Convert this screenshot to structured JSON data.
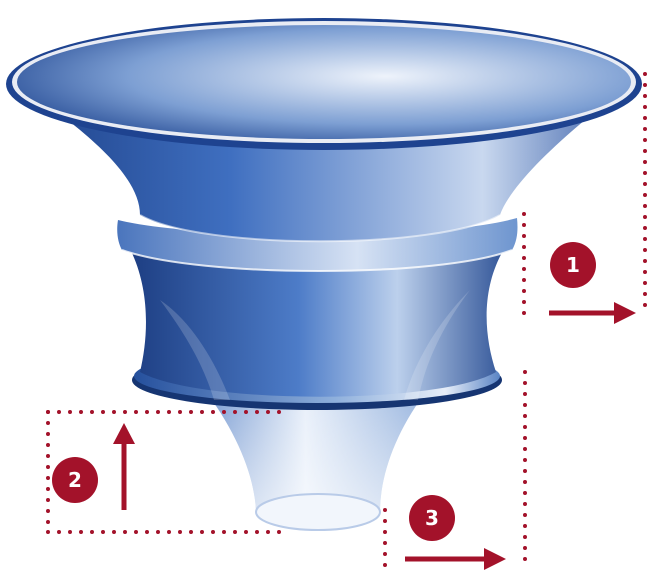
{
  "colors": {
    "accent": "#a3122a",
    "funnel_dark": "#1c3f86",
    "funnel_mid": "#3f6fc0",
    "funnel_light": "#e7eef9"
  },
  "diagram": {
    "badges": [
      {
        "label": "1"
      },
      {
        "label": "2"
      },
      {
        "label": "3"
      }
    ],
    "arrows": [
      {
        "direction": "right"
      },
      {
        "direction": "up"
      },
      {
        "direction": "right"
      }
    ]
  }
}
